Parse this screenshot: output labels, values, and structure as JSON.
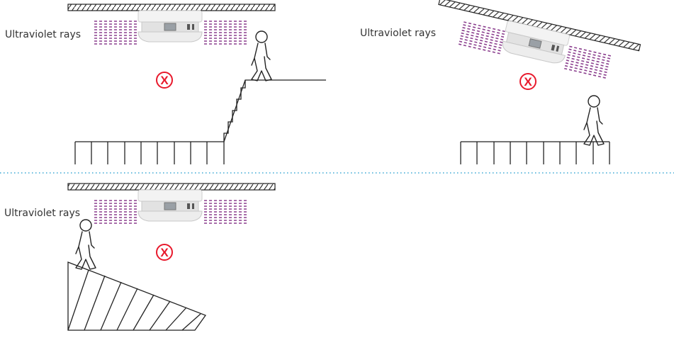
{
  "diagram": {
    "panels": [
      {
        "id": "panel-stairs",
        "uv_label": "Ultraviolet rays",
        "mark": "X",
        "surface": "stairs",
        "ceiling": "level"
      },
      {
        "id": "panel-tilted-ceiling",
        "uv_label": "Ultraviolet rays",
        "mark": "X",
        "surface": "flat",
        "ceiling": "tilted"
      },
      {
        "id": "panel-slope",
        "uv_label": "Ultraviolet rays",
        "mark": "X",
        "surface": "slope",
        "ceiling": "level"
      }
    ],
    "colors": {
      "uv": "#8b3f8e",
      "mark": "#e8192c",
      "divider": "#3aa7d4",
      "line": "#222222",
      "device": "#e6e6e6"
    },
    "icons": [
      "motion-sensor-device",
      "walking-person-icon",
      "prohibited-x-icon",
      "hatched-ceiling"
    ]
  }
}
